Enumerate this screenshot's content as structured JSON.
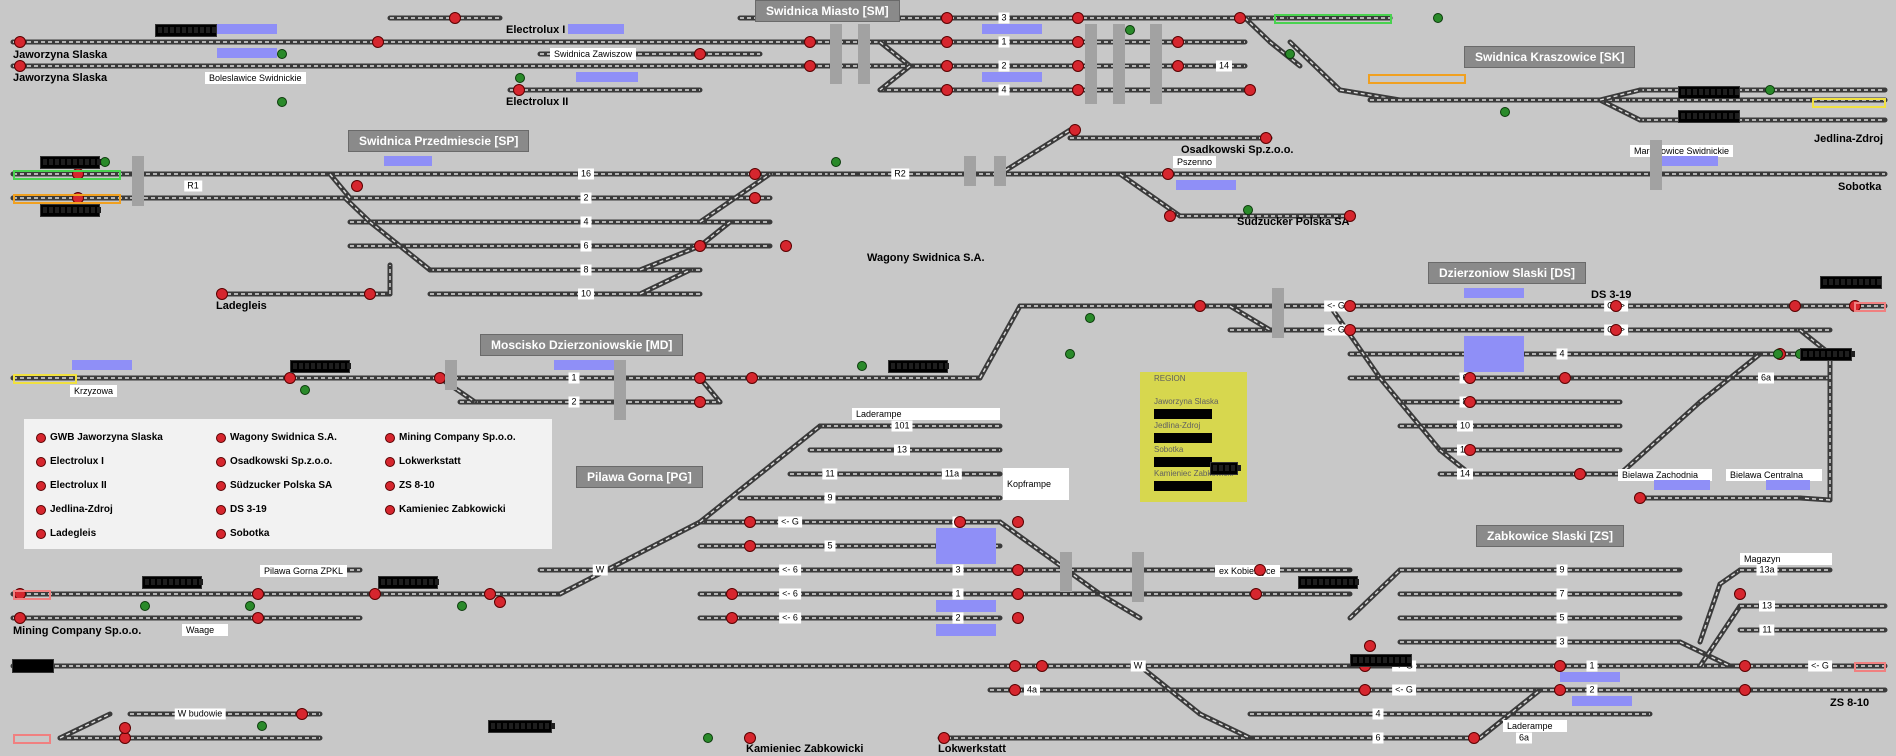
{
  "colors": {
    "background": "#c8c8c8",
    "track": "#3a3a3a",
    "signal_red": "#d6262e",
    "signal_green": "#2a8a2a",
    "occupied_blue": "#8f8ff7",
    "region_panel": "#d7d74e",
    "highlight_green": "#49d24f",
    "highlight_orange": "#f0a020",
    "highlight_yellow": "#f0e040",
    "highlight_pink": "#f08080"
  },
  "stations": [
    {
      "id": "sm",
      "name": "Swidnica Miasto [SM]"
    },
    {
      "id": "sk",
      "name": "Swidnica Kraszowice [SK]"
    },
    {
      "id": "sp",
      "name": "Swidnica Przedmiescie [SP]"
    },
    {
      "id": "ds",
      "name": "Dzierzoniow Slaski [DS]"
    },
    {
      "id": "md",
      "name": "Moscisko Dzierzoniowskie [MD]"
    },
    {
      "id": "pg",
      "name": "Pilawa Gorna [PG]"
    },
    {
      "id": "zs",
      "name": "Zabkowice Slaski [ZS]"
    }
  ],
  "places": [
    "Jaworzyna Slaska",
    "Jaworzyna Slaska",
    "Electrolux I",
    "Electrolux II",
    "Osadkowski Sp.z.o.o.",
    "Südzucker Polska SA",
    "Wagony Swidnica S.A.",
    "Ladegleis",
    "Jedlina-Zdroj",
    "Sobotka",
    "DS 3-19",
    "Mining Company Sp.o.o.",
    "Kamieniec Zabkowicki",
    "Lokwerkstatt",
    "ZS 8-10"
  ],
  "white_labels": [
    "Swidnica Zawiszow",
    "Boleslawice Swidnickie",
    "Pszenno",
    "Marcinowice Swidnickie",
    "Krzyzowa",
    "Laderampe",
    "Kopframpe",
    "Pilawa Gorna ZPKL",
    "Waage",
    "ex Kobierzyce",
    "Bielawa Zachodnia",
    "Bielawa Centralna",
    "Magazyn",
    "Laderampe"
  ],
  "track_labels": [
    "3",
    "1",
    "2",
    "4",
    "14",
    "R1",
    "16",
    "2",
    "4",
    "6",
    "8",
    "10",
    "R2",
    "1",
    "2",
    "<- G",
    "G ->",
    "<- G",
    "G ->",
    "4",
    "6",
    "8",
    "10",
    "12",
    "14",
    "6a",
    "101",
    "13",
    "11",
    "11a",
    "9",
    "<- G",
    "7",
    "5",
    "W",
    "<- 6",
    "3",
    "<- 6",
    "1",
    "<- 6",
    "2",
    "W",
    "<- G",
    "4a",
    "<- G",
    "W budowie",
    "9",
    "7",
    "5",
    "3",
    "1",
    "<- G",
    "2",
    "4",
    "6",
    "6a",
    "13a",
    "13",
    "11"
  ],
  "legend": [
    "GWB Jaworzyna Slaska",
    "Electrolux I",
    "Electrolux II",
    "Jedlina-Zdroj",
    "Ladegleis",
    "Wagony Swidnica S.A.",
    "Osadkowski Sp.z.o.o.",
    "Südzucker Polska SA",
    "DS 3-19",
    "Sobotka",
    "Mining Company Sp.o.o.",
    "Lokwerkstatt",
    "ZS 8-10",
    "Kamieniec Zabkowicki"
  ],
  "region": {
    "title": "REGION",
    "items": [
      "Jaworzyna Slaska",
      "Jedlina-Zdroj",
      "Sobotka",
      "Kamieniec Zabkowicki"
    ]
  }
}
